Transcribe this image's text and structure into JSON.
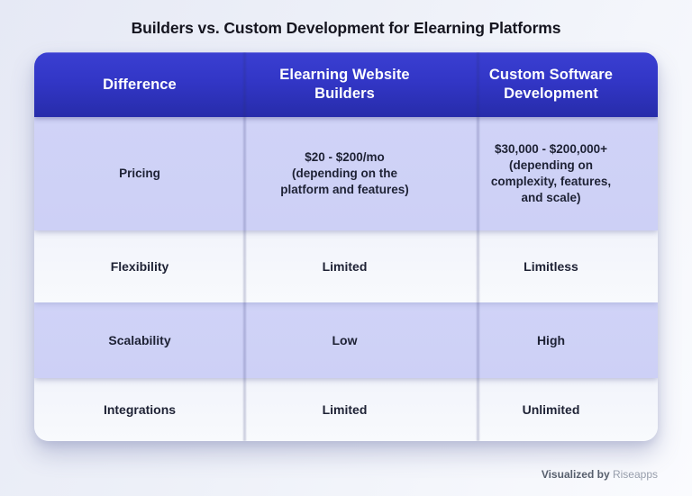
{
  "title": "Builders vs. Custom Development for Elearning Platforms",
  "table": {
    "headers": [
      "Difference",
      "Elearning Website\nBuilders",
      "Custom Software\nDevelopment"
    ],
    "rows": [
      {
        "label": "Pricing",
        "builders": "$20 - $200/mo\n(depending on the\nplatform and features)",
        "custom": "$30,000 - $200,000+\n(depending on\ncomplexity, features,\nand scale)"
      },
      {
        "label": "Flexibility",
        "builders": "Limited",
        "custom": "Limitless"
      },
      {
        "label": "Scalability",
        "builders": "Low",
        "custom": "High"
      },
      {
        "label": "Integrations",
        "builders": "Limited",
        "custom": "Unlimited"
      }
    ]
  },
  "footer": {
    "prefix": "Visualized by",
    "brand": "Riseapps"
  },
  "colors": {
    "header_gradient_top": "#3A3FD2",
    "header_gradient_bottom": "#272CAA",
    "row_lavender": "#CFD2F7",
    "row_light": "#F5F7FC",
    "cell_text": "#1E2235",
    "header_text": "#FFFFFF",
    "page_background": "#ECEFF8"
  }
}
